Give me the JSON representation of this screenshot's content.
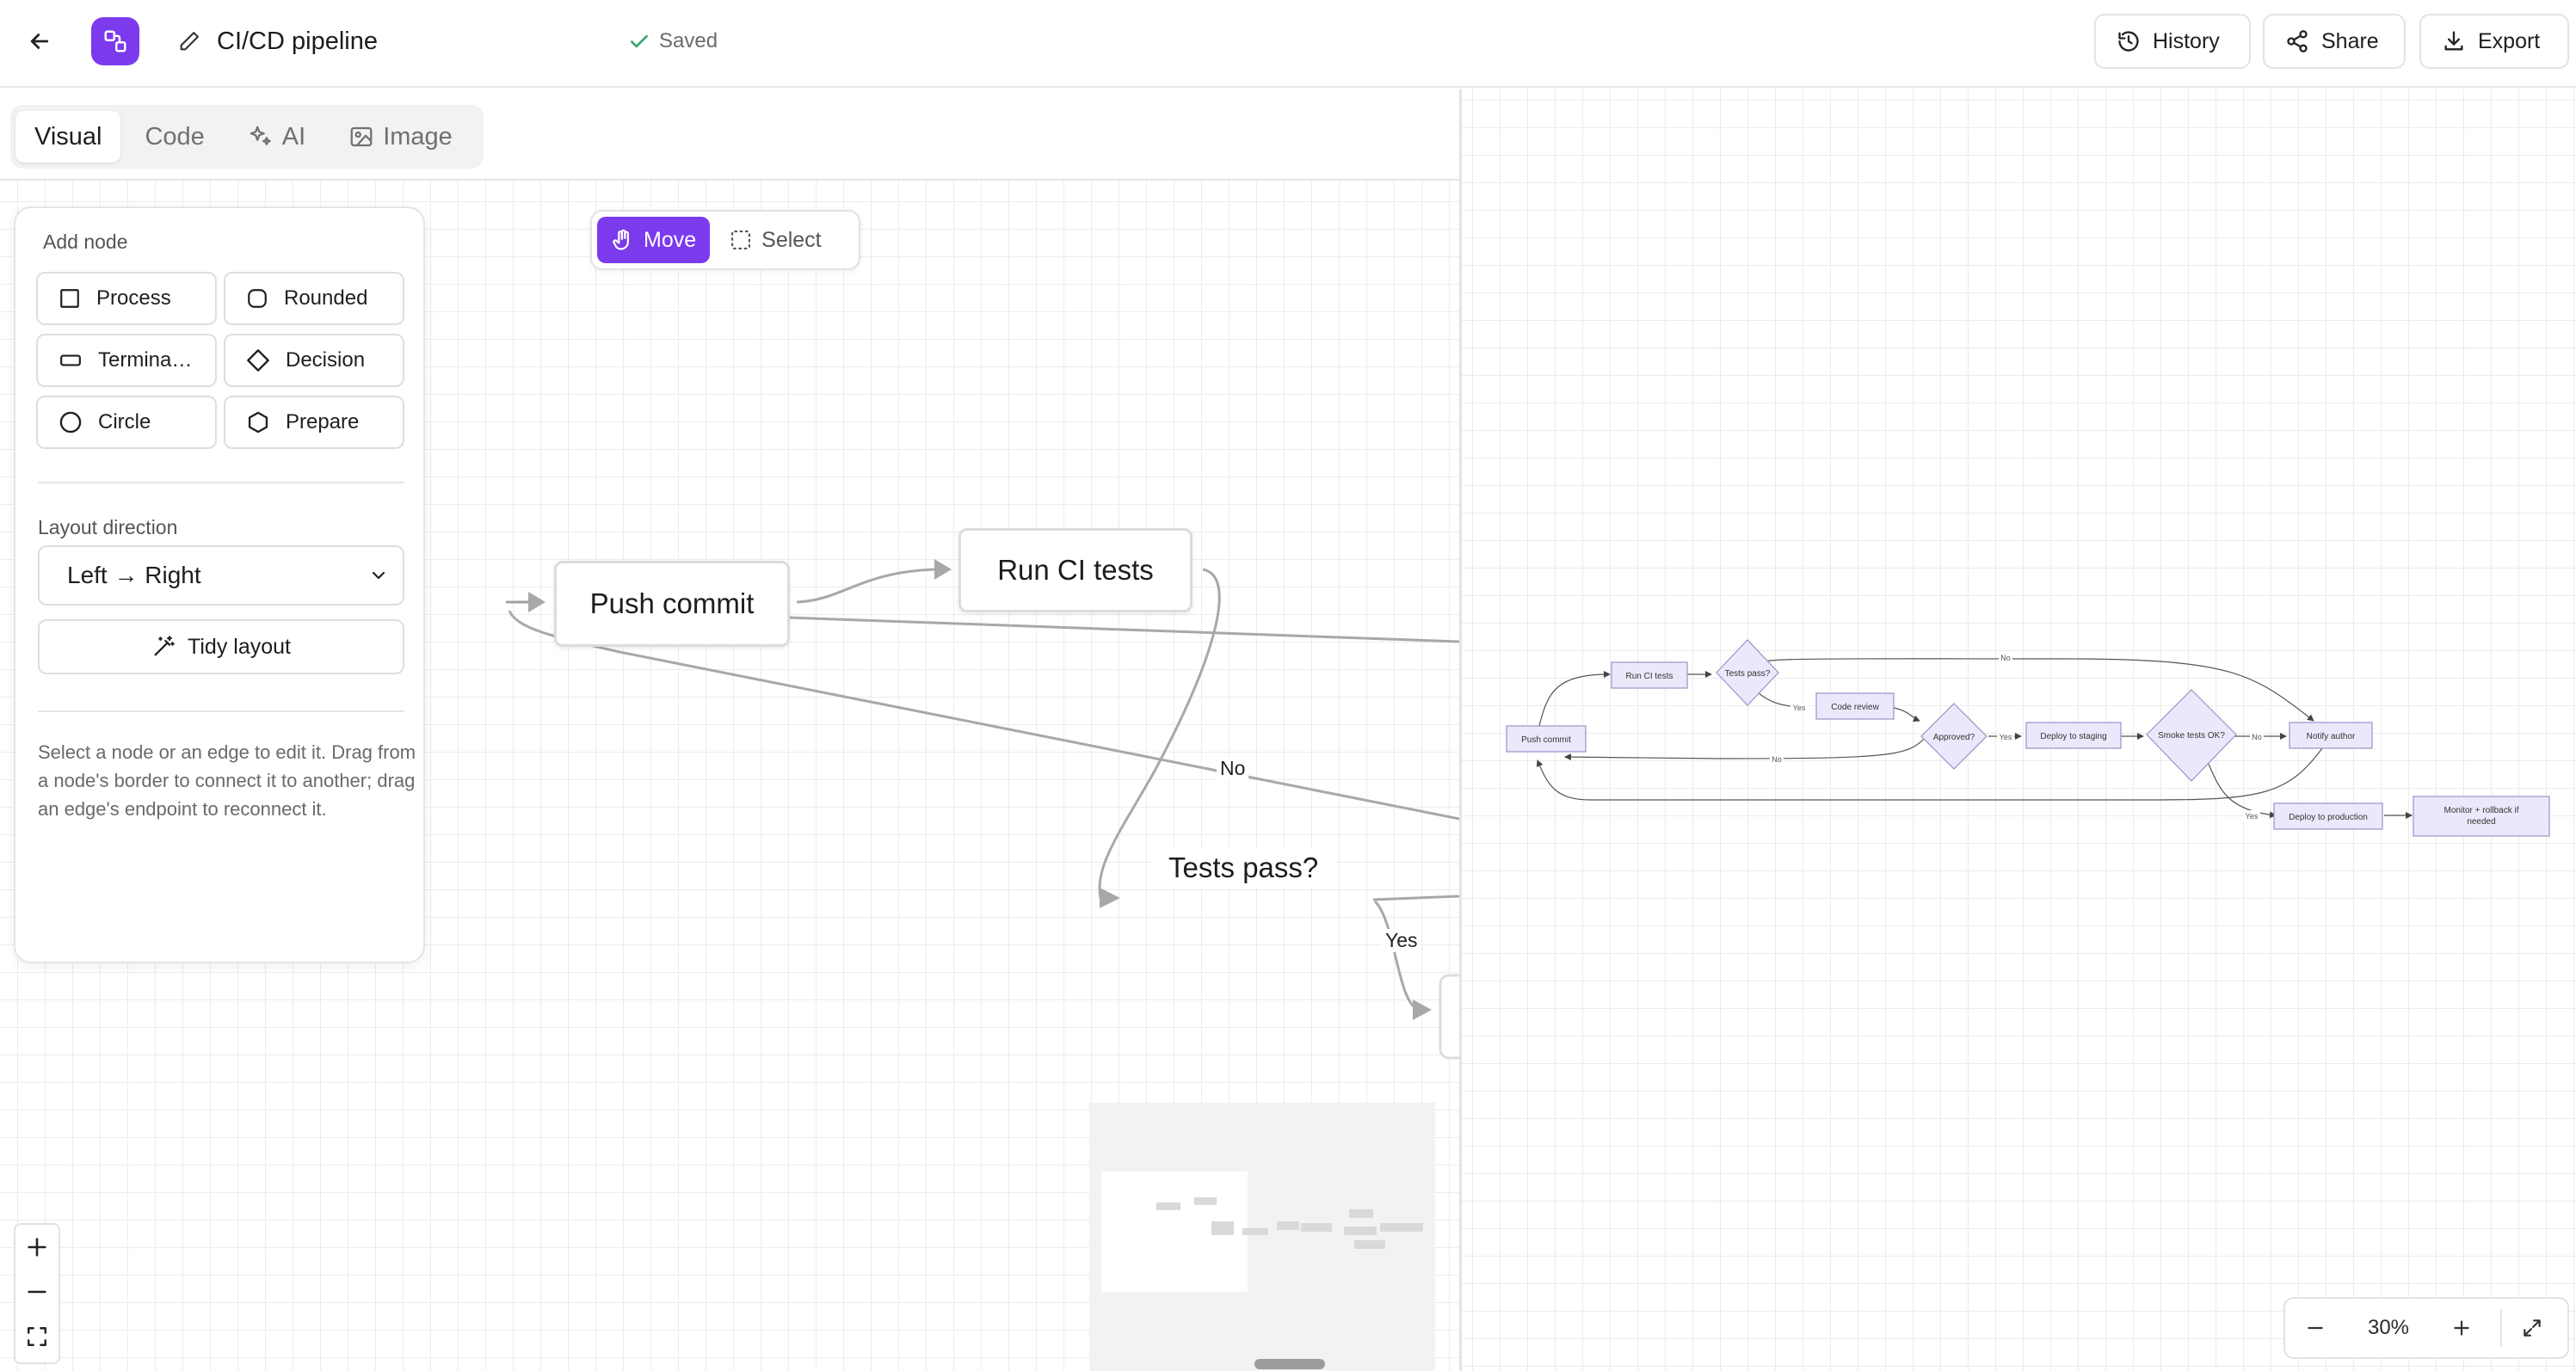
{
  "header": {
    "title": "CI/CD pipeline",
    "saved_status": "Saved",
    "history_label": "History",
    "share_label": "Share",
    "export_label": "Export"
  },
  "editor_tabs": [
    "Visual",
    "Code",
    "AI",
    "Image"
  ],
  "tool_mode": {
    "move_label": "Move",
    "select_label": "Select",
    "active": "Move"
  },
  "add_node_panel": {
    "heading": "Add node",
    "shapes": [
      "Process",
      "Rounded",
      "Termina…",
      "Decision",
      "Circle",
      "Prepare"
    ],
    "layout_direction_label": "Layout direction",
    "layout_direction_value": "Left → Right",
    "tidy_label": "Tidy layout",
    "help_text": "Select a node or an edge to edit it. Drag from a node's border to connect it to another; drag an edge's endpoint to reconnect it."
  },
  "canvas": {
    "nodes": {
      "push_commit": "Push commit",
      "run_ci_tests": "Run CI tests",
      "tests_pass": "Tests pass?"
    },
    "edge_labels": {
      "no": "No",
      "yes": "Yes"
    }
  },
  "preview": {
    "zoom": "30%",
    "nodes": {
      "push_commit": "Push commit",
      "run_ci_tests": "Run CI tests",
      "tests_pass": "Tests pass?",
      "code_review": "Code review",
      "approved": "Approved?",
      "deploy_staging": "Deploy to staging",
      "smoke_tests": "Smoke tests OK?",
      "notify_author": "Notify author",
      "deploy_production": "Deploy to production",
      "monitor_line1": "Monitor + rollback if",
      "monitor_line2": "needed"
    },
    "edge_labels": {
      "tests_no": "No",
      "tests_yes": "Yes",
      "approved_no": "No",
      "approved_yes": "Yes",
      "smoke_no": "No",
      "smoke_yes": "Yes"
    }
  },
  "colors": {
    "accent": "#7c3aed",
    "node_fill_preview": "#ece8fb",
    "node_stroke_preview": "#9a92c8",
    "saved_check": "#3aa56b"
  }
}
